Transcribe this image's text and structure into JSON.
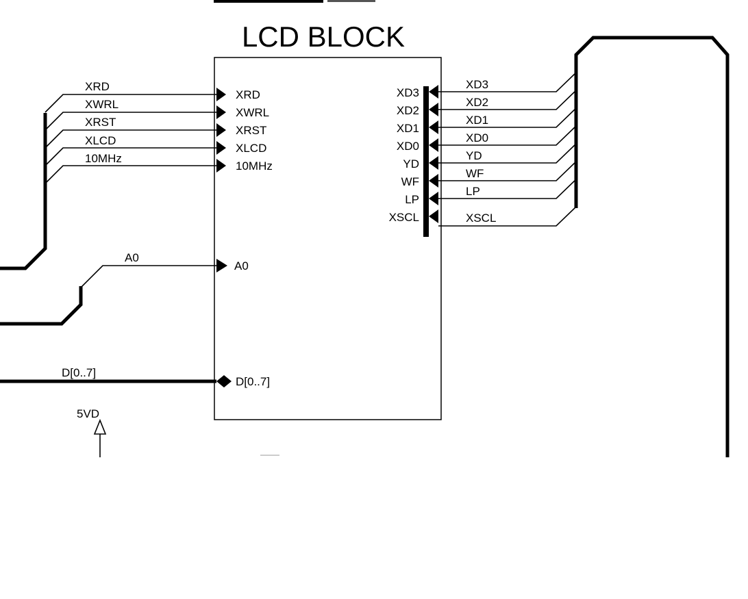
{
  "block": {
    "title": "LCD BLOCK",
    "inputs": [
      "XRD",
      "XWRL",
      "XRST",
      "XLCD",
      "10MHz"
    ],
    "addr_pin": "A0",
    "data_pin": "D[0..7]",
    "outputs": [
      "XD3",
      "XD2",
      "XD1",
      "XD0",
      "YD",
      "WF",
      "LP",
      "XSCL"
    ]
  },
  "left_nets": {
    "signals": [
      "XRD",
      "XWRL",
      "XRST",
      "XLCD",
      "10MHz"
    ],
    "addr": "A0",
    "data_bus": "D[0..7]",
    "power": "5VD"
  },
  "right_nets": [
    "XD3",
    "XD2",
    "XD1",
    "XD0",
    "YD",
    "WF",
    "LP",
    "XSCL"
  ],
  "colors": {
    "ink": "#000000",
    "paper": "#ffffff"
  }
}
